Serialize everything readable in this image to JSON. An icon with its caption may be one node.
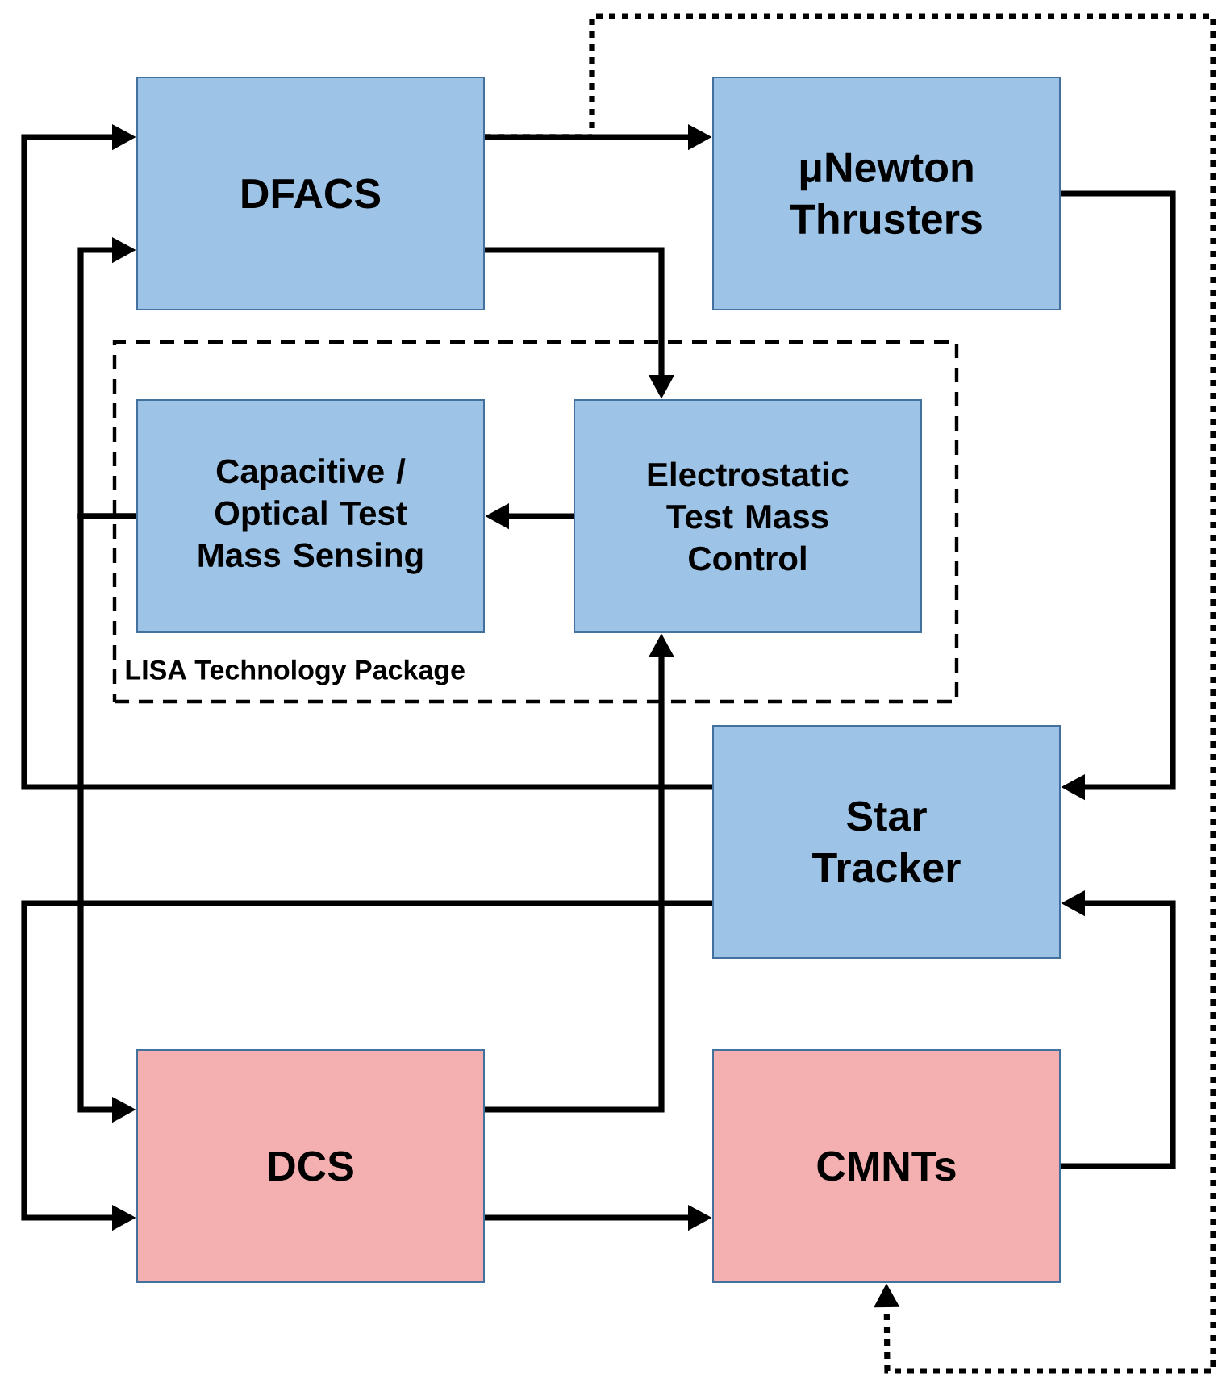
{
  "diagram": {
    "nodes": [
      {
        "text": [
          "DFACS"
        ]
      },
      {
        "text": [
          "μNewton Thrusters"
        ]
      },
      {
        "text": [
          "LISA Technology Package"
        ]
      },
      {
        "text": [
          "Capacitive / Optical Test Mass Sensing"
        ],
        "in": 2
      },
      {
        "text": [
          "Electrostatic Test Mass Control"
        ],
        "in": 2
      },
      {
        "text": [
          "Star Tracker"
        ]
      },
      {
        "text": [
          "DCS"
        ]
      },
      {
        "text": [
          "CMNTs"
        ]
      }
    ],
    "edges": [
      {
        "from": 0,
        "to": 1,
        "arrow": "to"
      },
      {
        "from": 0,
        "to": 4,
        "arrow": "to"
      },
      {
        "from": 4,
        "to": 3,
        "arrow": "to"
      },
      {
        "from": 1,
        "to": 5,
        "arrow": "to"
      },
      {
        "from": 5,
        "to": 0,
        "arrow": "to"
      },
      {
        "from": 3,
        "to": 0,
        "arrow": "to"
      },
      {
        "from": 3,
        "to": 6,
        "arrow": "to"
      },
      {
        "from": 5,
        "to": 6,
        "arrow": "to"
      },
      {
        "from": 6,
        "to": 4,
        "arrow": "to"
      },
      {
        "from": 6,
        "to": 7,
        "arrow": "to"
      },
      {
        "from": 7,
        "to": 5,
        "arrow": "to"
      },
      {
        "from": 0,
        "to": 7,
        "arrow": "to",
        "style": "dashed"
      }
    ]
  }
}
